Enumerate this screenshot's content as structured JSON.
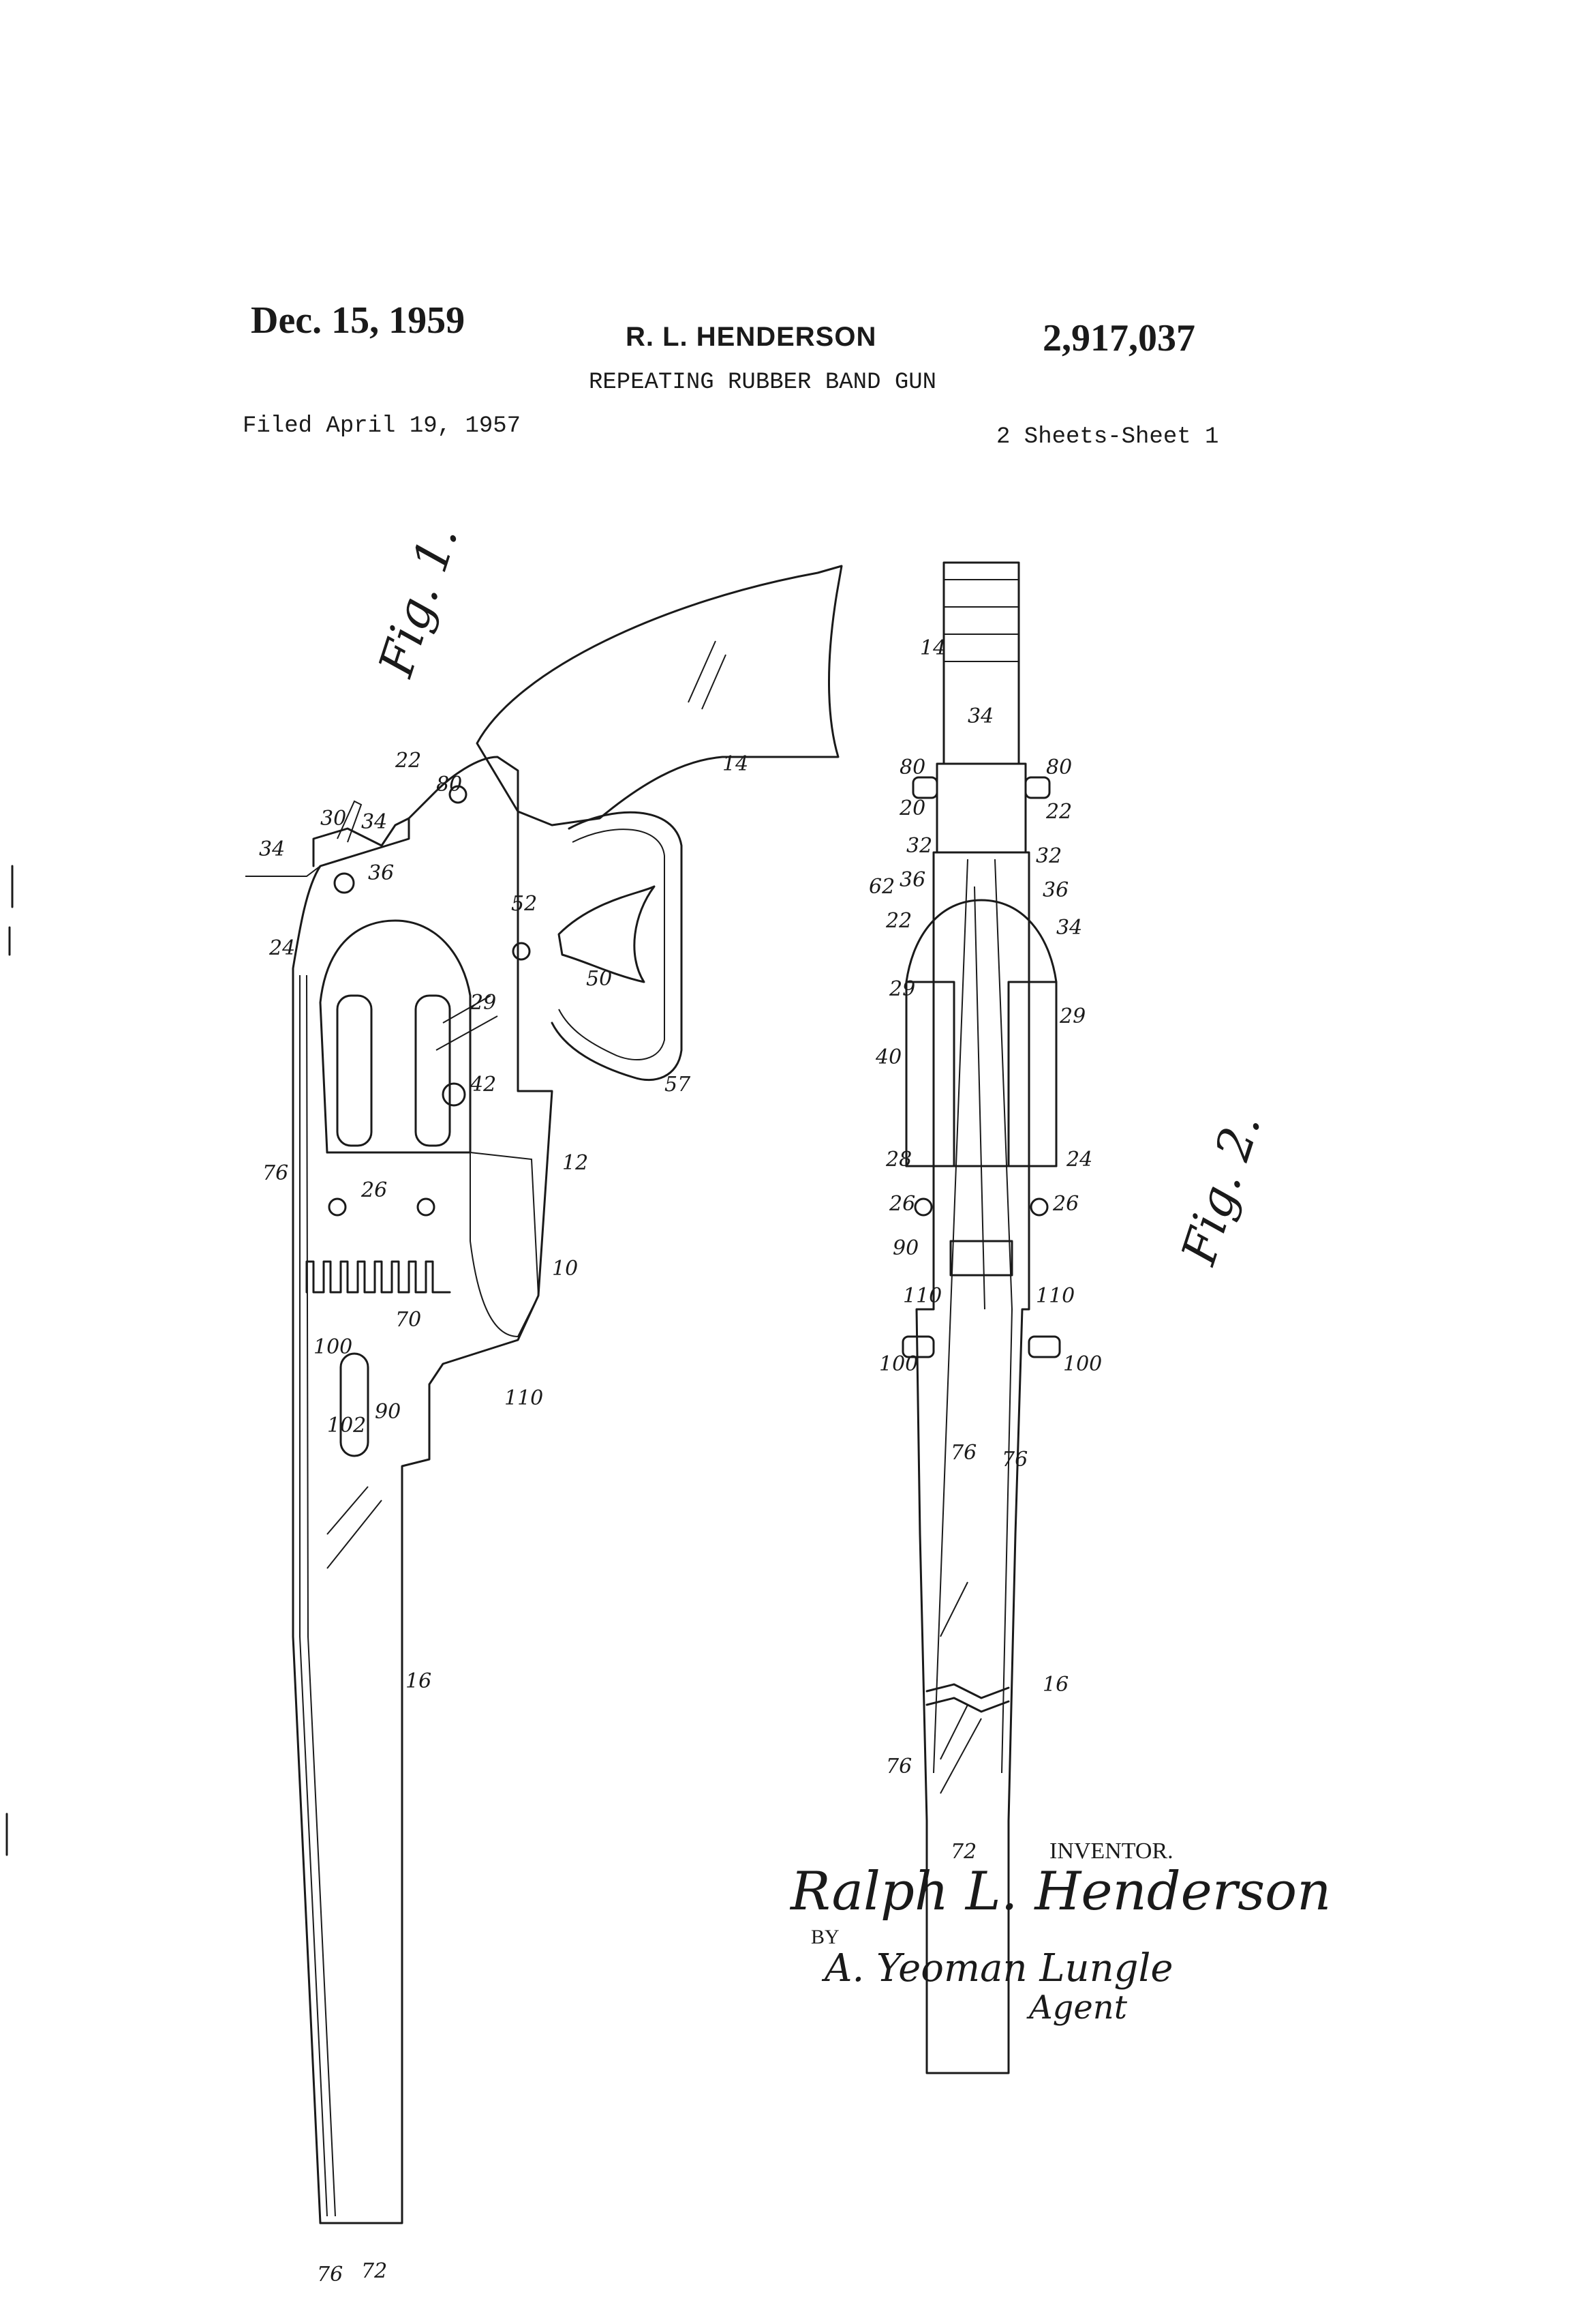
{
  "header": {
    "date": "Dec. 15, 1959",
    "inventor_name": "R. L. HENDERSON",
    "patent_number": "2,917,037",
    "title": "REPEATING RUBBER BAND GUN",
    "filed": "Filed April 19, 1957",
    "sheets": "2 Sheets-Sheet 1"
  },
  "figures": {
    "fig1_label": "Fig. 1.",
    "fig2_label": "Fig. 2.",
    "fig1_refs": [
      "34",
      "30",
      "34",
      "36",
      "22",
      "80",
      "14",
      "24",
      "52",
      "50",
      "29",
      "42",
      "57",
      "76",
      "26",
      "12",
      "10",
      "70",
      "100",
      "102",
      "90",
      "110",
      "16",
      "76",
      "72"
    ],
    "fig2_refs": [
      "14",
      "34",
      "80",
      "80",
      "20",
      "22",
      "32",
      "32",
      "62",
      "36",
      "36",
      "22",
      "34",
      "29",
      "29",
      "40",
      "28",
      "24",
      "26",
      "26",
      "90",
      "110",
      "110",
      "100",
      "100",
      "76",
      "76",
      "16",
      "76",
      "72"
    ]
  },
  "inventor_block": {
    "label": "INVENTOR.",
    "name_signature": "Ralph L. Henderson",
    "by": "BY",
    "attorney_signature": "A. Yeoman Lungle",
    "attorney_suffix": "Agent"
  }
}
